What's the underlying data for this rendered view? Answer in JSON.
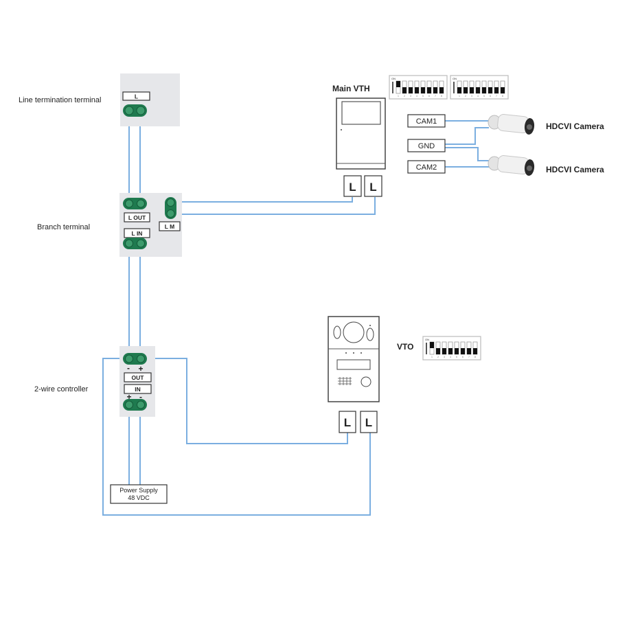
{
  "labels": {
    "line_termination": "Line termination terminal",
    "branch": "Branch terminal",
    "controller": "2-wire controller",
    "main_vth": "Main VTH",
    "vto": "VTO",
    "camera1": "HDCVI Camera",
    "camera2": "HDCVI Camera"
  },
  "terminals": {
    "lt_l": "L",
    "br_lout": "L OUT",
    "br_lin": "L  IN",
    "br_lm": "L M",
    "ctl_out": "OUT",
    "ctl_in": "IN",
    "ctl_out_minus": "-",
    "ctl_out_plus": "+",
    "ctl_in_plus": "+",
    "ctl_in_minus": "-",
    "vth_l1": "L",
    "vth_l2": "L",
    "vto_l1": "L",
    "vto_l2": "L"
  },
  "camera_ports": [
    "CAM1",
    "GND",
    "CAM2"
  ],
  "power_supply": {
    "line1": "Power Supply",
    "line2": "48 VDC"
  },
  "dip_switches": {
    "vth_1": {
      "on_label": "ON",
      "states": [
        1,
        0,
        0,
        0,
        0,
        0,
        0,
        0
      ]
    },
    "vth_2": {
      "on_label": "ON",
      "states": [
        0,
        0,
        0,
        0,
        0,
        0,
        0,
        0
      ]
    },
    "vto": {
      "on_label": "ON",
      "states": [
        1,
        0,
        0,
        0,
        0,
        0,
        0,
        0
      ]
    },
    "numbers": [
      "1",
      "2",
      "3",
      "4",
      "5",
      "6",
      "7",
      "8"
    ]
  },
  "colors": {
    "wire": "#7aaee0",
    "terminal_green": "#1f7a4f",
    "panel": "#e6e7ea"
  }
}
